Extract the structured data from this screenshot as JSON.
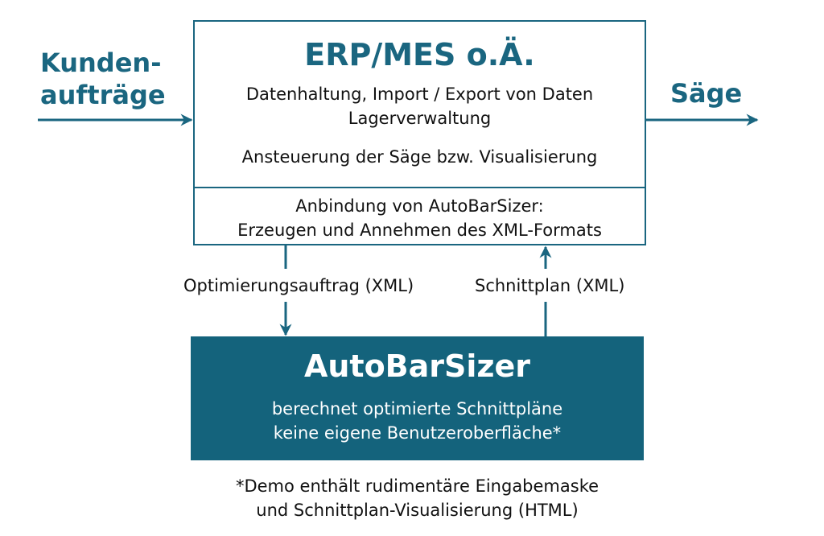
{
  "colors": {
    "accent": "#1a6680",
    "box_fill": "#14637c",
    "text_dark": "#111111",
    "text_light": "#ffffff"
  },
  "left_input": {
    "line1": "Kunden-",
    "line2": "aufträge"
  },
  "right_output": {
    "label": "Säge"
  },
  "erp_box": {
    "title": "ERP/MES o.Ä.",
    "lines": [
      "Datenhaltung, Import / Export von Daten",
      "Lagerverwaltung",
      "Ansteuerung der Säge bzw. Visualisierung"
    ],
    "binding_lines": [
      "Anbindung von AutoBarSizer:",
      "Erzeugen und Annehmen des XML-Formats"
    ]
  },
  "connectors": {
    "down_label": "Optimierungsauftrag (XML)",
    "up_label": "Schnittplan (XML)"
  },
  "autobarsizer_box": {
    "title": "AutoBarSizer",
    "lines": [
      "berechnet optimierte Schnittpläne",
      "keine eigene Benutzeroberfläche*"
    ]
  },
  "footnote": {
    "lines": [
      "*Demo enthält rudimentäre Eingabemaske",
      "und Schnittplan-Visualisierung (HTML)"
    ]
  }
}
